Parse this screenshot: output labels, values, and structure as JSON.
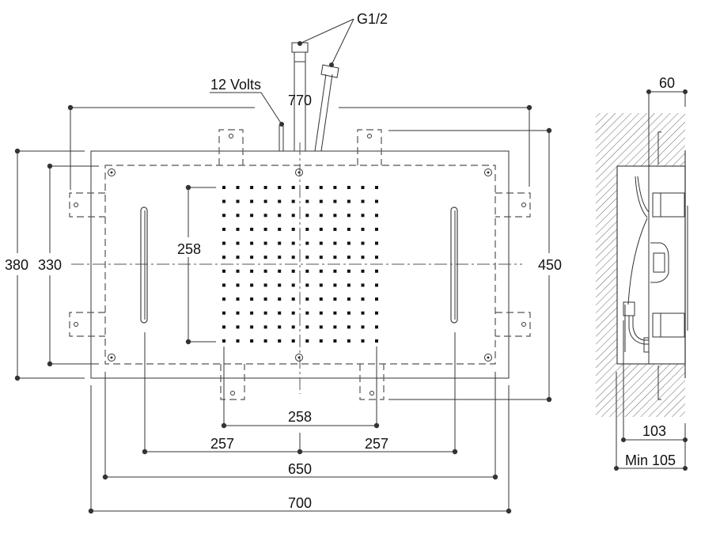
{
  "drawing": {
    "title": "Recessed shower head technical drawing",
    "front_view": {
      "labels": {
        "connection": "G1/2",
        "power": "12 Volts"
      },
      "dimensions": {
        "overall_width_brackets": "770",
        "height_brackets": "450",
        "outer_height": "380",
        "inner_height": "330",
        "nozzle_field_height": "258",
        "nozzle_field_width": "258",
        "led_offset_left": "257",
        "led_offset_right": "257",
        "inner_width": "650",
        "outer_width": "700"
      },
      "nozzle_grid": {
        "rows": 12,
        "cols": 12
      }
    },
    "side_view": {
      "dimensions": {
        "depth_top": "60",
        "body_depth": "103",
        "min_recess": "Min 105"
      }
    }
  }
}
